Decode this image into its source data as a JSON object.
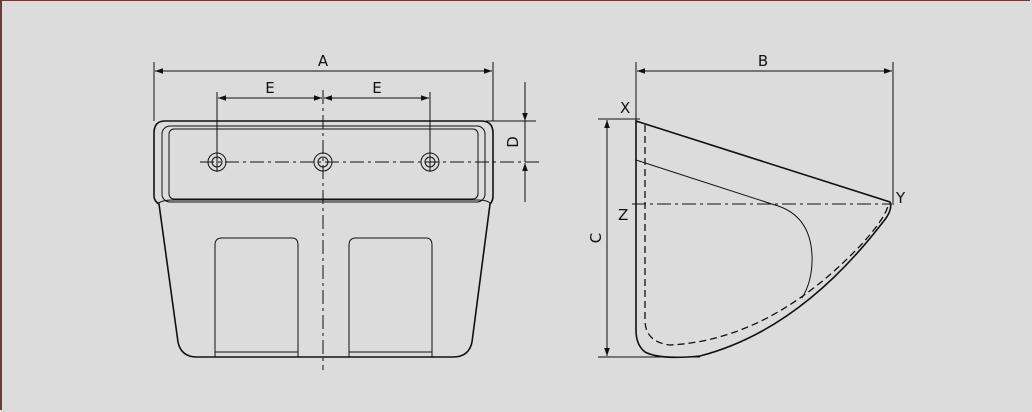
{
  "labels": {
    "A": "A",
    "B": "B",
    "C": "C",
    "D": "D",
    "E_left": "E",
    "E_right": "E",
    "X": "X",
    "Y": "Y",
    "Z": "Z"
  },
  "colors": {
    "background": "#dcdcdc",
    "line": "#111111",
    "frame": "#6b3a3a"
  }
}
